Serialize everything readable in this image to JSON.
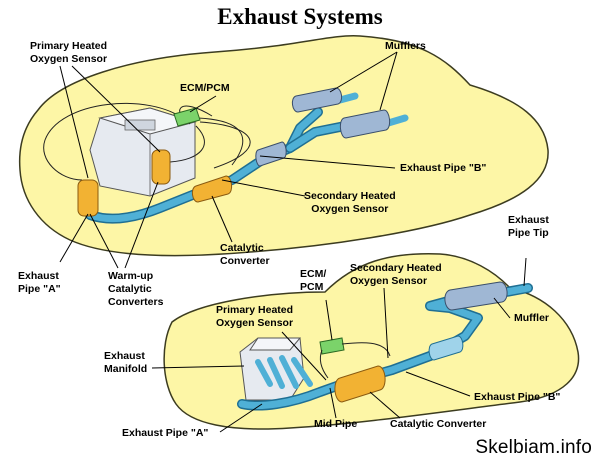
{
  "title": "Exhaust Systems",
  "colors": {
    "car_fill": "#fdf6a6",
    "car_stroke": "#3c3c20",
    "pipe": "#4fb0d6",
    "pipe_dark": "#1f6f93",
    "converter": "#f2b233",
    "muffler": "#9fb7d4",
    "engine": "#e6eaf0",
    "ecm": "#7bd36a"
  },
  "top": {
    "primary_sensor": [
      "Primary Heated",
      "Oxygen Sensor"
    ],
    "ecm": "ECM/PCM",
    "mufflers": "Mufflers",
    "exhaust_pipe_b": "Exhaust Pipe \"B\"",
    "secondary_sensor": [
      "Secondary Heated",
      "Oxygen Sensor"
    ],
    "catalytic_converter": [
      "Catalytic",
      "Converter"
    ],
    "exhaust_pipe_a": [
      "Exhaust",
      "Pipe \"A\""
    ],
    "warmup_converters": [
      "Warm-up",
      "Catalytic",
      "Converters"
    ]
  },
  "bottom": {
    "exhaust_pipe_tip": [
      "Exhaust",
      "Pipe Tip"
    ],
    "ecm": [
      "ECM/",
      "PCM"
    ],
    "secondary_sensor": [
      "Secondary Heated",
      "Oxygen Sensor"
    ],
    "primary_sensor": [
      "Primary Heated",
      "Oxygen Sensor"
    ],
    "muffler": "Muffler",
    "exhaust_manifold": [
      "Exhaust",
      "Manifold"
    ],
    "exhaust_pipe_b": "Exhaust Pipe \"B\"",
    "exhaust_pipe_a": "Exhaust Pipe \"A\"",
    "mid_pipe": "Mid Pipe",
    "catalytic_converter": "Catalytic Converter"
  },
  "watermark": "Skelbiam.info"
}
